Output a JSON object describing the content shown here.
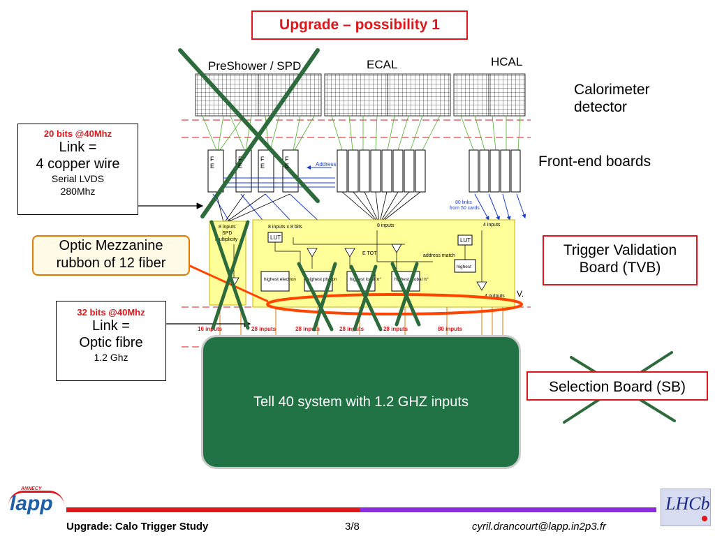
{
  "slide": {
    "title": "Upgrade – possibility 1",
    "calorimeter_label_1": "Calorimeter",
    "calorimeter_label_2": "detector",
    "frontend_label": "Front-end boards",
    "tvb_label_1": "Trigger Validation",
    "tvb_label_2": "Board (TVB)",
    "sb_label": "Selection Board (SB)",
    "optic_mezz_1": "Optic Mezzanine",
    "optic_mezz_2": "rubbon of 12 fiber",
    "link_copper": {
      "bits": "20 bits @40Mhz",
      "line1": "Link =",
      "line2": "4 copper wire",
      "line3": "Serial LVDS",
      "line4": "280Mhz"
    },
    "link_optic": {
      "bits": "32 bits @40Mhz",
      "line1": "Link =",
      "line2": "Optic fibre",
      "line3": "1.2 Ghz"
    },
    "tell40": "Tell 40 system with 1.2 GHZ inputs"
  },
  "diagram": {
    "section_preshower": "PreShower / SPD",
    "section_ecal": "ECAL",
    "section_hcal": "HCAL",
    "fe_label": "F\nE",
    "address": "Address",
    "hcal_links_1": "80 links",
    "hcal_links_2": "from 50 cards",
    "tvb_inputs_1": "8 inputs",
    "tvb_inputs_2": "SPD",
    "tvb_inputs_3": "multiplicity",
    "tvb_inputs_ecal": "8 inputs x 8 bits",
    "tvb_inputs_mid": "8 inputs",
    "tvb_inputs_hcal": "4 inputs",
    "lut": "LUT",
    "et_tot": "E TOT",
    "address_match": "address match",
    "highest": "highest",
    "highest_electron": "highest electron",
    "highest_photon": "highest photon",
    "highest_local": "highest local π°",
    "highest_global": "highest global π°",
    "four_outputs": "4 outputs",
    "va": "V.",
    "inputs_16": "16 inputs",
    "inputs_28a": "28 inputs",
    "inputs_28b": "28 inputs",
    "inputs_28c": "28 inputs",
    "inputs_28d": "28 inputs",
    "inputs_80": "80 inputs"
  },
  "colors": {
    "red": "#e0161b",
    "green_cross": "#2e6b3c",
    "tell40": "#217346",
    "tvb_yellow": "#ffff99",
    "orange": "#ff4500"
  },
  "footer": {
    "title": "Upgrade: Calo Trigger Study",
    "page": "3/8",
    "email": "cyril.drancourt@lapp.in2p3.fr",
    "lapp_logo": "lapp",
    "lapp_small": "ANNECY",
    "lhcb_logo": "LHCb"
  }
}
